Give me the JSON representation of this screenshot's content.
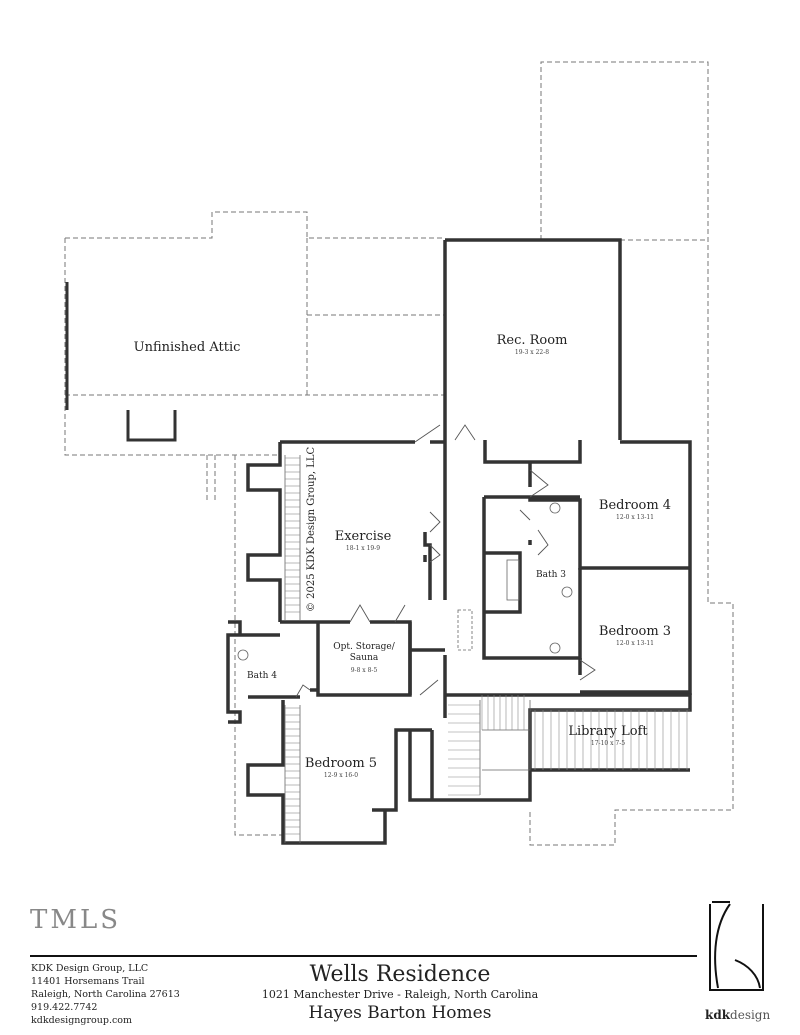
{
  "plan": {
    "copyright": "© 2025 KDK Design Group, LLC",
    "rooms": [
      {
        "name": "Unfinished Attic",
        "dims": ""
      },
      {
        "name": "Rec. Room",
        "dims": "19-3 x 22-8"
      },
      {
        "name": "Exercise",
        "dims": "18-1 x 19-9"
      },
      {
        "name": "Bedroom 4",
        "dims": "12-0 x 13-11"
      },
      {
        "name": "Bath 3",
        "dims": ""
      },
      {
        "name": "Bedroom 3",
        "dims": "12-0 x 13-11"
      },
      {
        "name": "Opt. Storage/\nSauna",
        "dims": "9-8 x 8-5"
      },
      {
        "name": "Bath 4",
        "dims": ""
      },
      {
        "name": "Library Loft",
        "dims": "17-10 x 7-5"
      },
      {
        "name": "Bedroom 5",
        "dims": "12-9 x 16-0"
      }
    ]
  },
  "title_block": {
    "company": "KDK Design Group, LLC",
    "street": "11401 Horsemans Trail",
    "city": "Raleigh, North Carolina  27613",
    "phone": "919.422.7742",
    "website": "kdkdesigngroup.com",
    "project": "Wells Residence",
    "address": "1021 Manchester Drive - Raleigh, North Carolina",
    "builder": "Hayes Barton Homes",
    "brand_bold": "kdk",
    "brand_light": "design",
    "watermark": "TMLS"
  }
}
